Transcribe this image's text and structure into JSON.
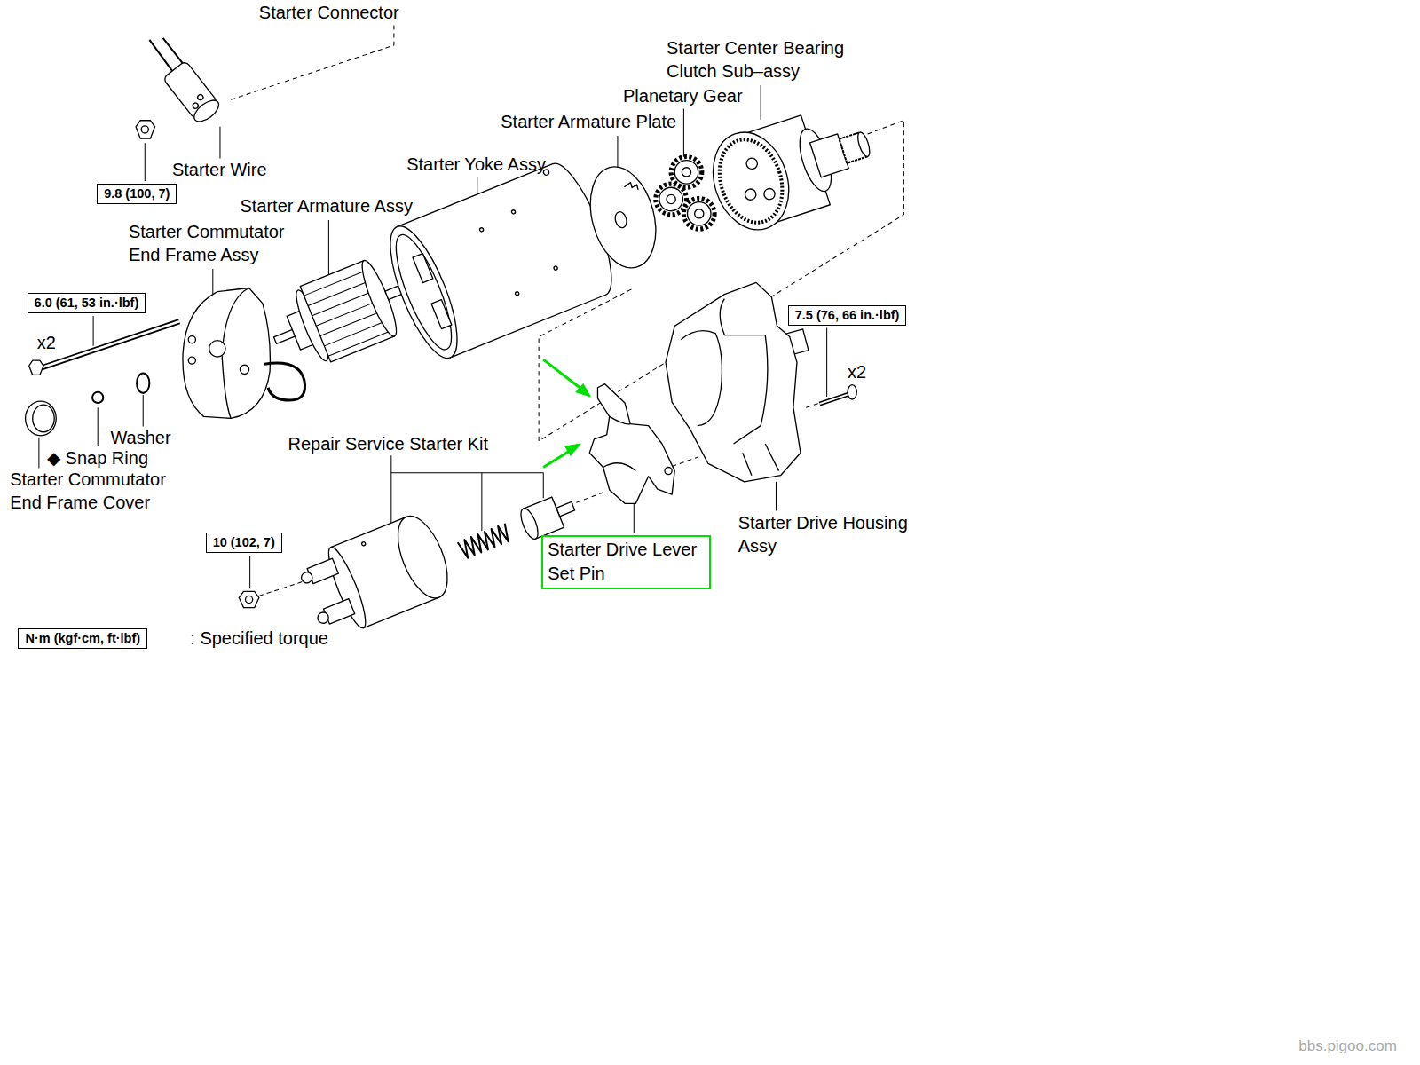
{
  "diagram": {
    "nodes": [
      {
        "text": [
          "9.8 (100, 7)"
        ]
      },
      {
        "text": [
          "6.0 (61, 53 in.·lbf)"
        ]
      },
      {
        "text": [
          "7.5 (76, 66 in.·lbf)"
        ]
      },
      {
        "text": [
          "Starter Drive Lever Set Pin"
        ]
      },
      {
        "text": [
          "10 (102, 7)"
        ]
      },
      {
        "text": [
          "N·m (kgf·cm, ft·lbf)"
        ]
      }
    ],
    "labels": [
      "Starter Connector",
      "Starter Center Bearing Clutch Sub–assy",
      "Planetary Gear",
      "Starter Armature Plate",
      "Starter Wire",
      "Starter Yoke Assy",
      "Starter Armature Assy",
      "Starter Commutator End Frame Assy",
      "x2",
      "x2",
      "Washer",
      "◆ Snap Ring",
      "Starter Commutator End Frame Cover",
      "Repair Service Starter Kit",
      "Starter Drive Housing Assy",
      ": Specified torque",
      "bbs.pigoo.com"
    ]
  }
}
